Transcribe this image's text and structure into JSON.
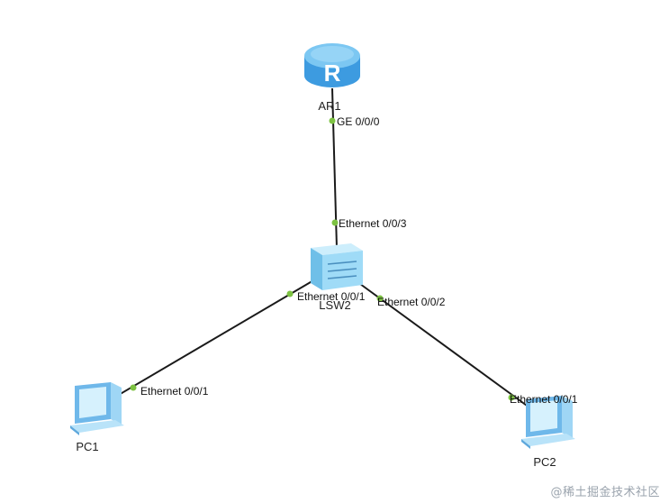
{
  "colors": {
    "link": "#1a1a1a",
    "port_dot": "#7dc242",
    "router_body": "#5fb4ec",
    "switch_body": "#8fd3f5",
    "pc_body": "#8ccaf2"
  },
  "devices": {
    "router": {
      "name": "AR1",
      "icon": "router-icon",
      "glyph": "R"
    },
    "switch": {
      "name": "LSW2",
      "icon": "switch-icon"
    },
    "pc1": {
      "name": "PC1",
      "icon": "pc-icon"
    },
    "pc2": {
      "name": "PC2",
      "icon": "pc-icon"
    }
  },
  "links": [
    {
      "from": "AR1",
      "to": "LSW2",
      "from_port": "GE 0/0/0",
      "to_port": "Ethernet 0/0/3"
    },
    {
      "from": "LSW2",
      "to": "PC1",
      "from_port": "Ethernet 0/0/1",
      "to_port": "Ethernet 0/0/1"
    },
    {
      "from": "LSW2",
      "to": "PC2",
      "from_port": "Ethernet 0/0/2",
      "to_port": "Ethernet 0/0/1"
    }
  ],
  "watermark": "@稀土掘金技术社区"
}
